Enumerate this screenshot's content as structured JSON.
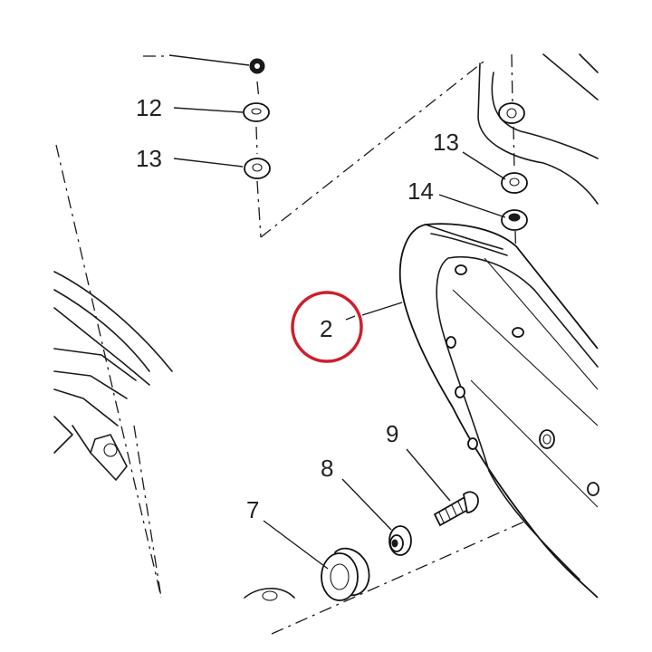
{
  "diagram": {
    "highlight_color": "#cc1f2d",
    "callouts": [
      {
        "id": "12",
        "label": "12"
      },
      {
        "id": "13a",
        "label": "13"
      },
      {
        "id": "13b",
        "label": "13"
      },
      {
        "id": "14",
        "label": "14"
      },
      {
        "id": "2",
        "label": "2",
        "highlighted": true
      },
      {
        "id": "9",
        "label": "9"
      },
      {
        "id": "8",
        "label": "8"
      },
      {
        "id": "7",
        "label": "7"
      }
    ]
  }
}
